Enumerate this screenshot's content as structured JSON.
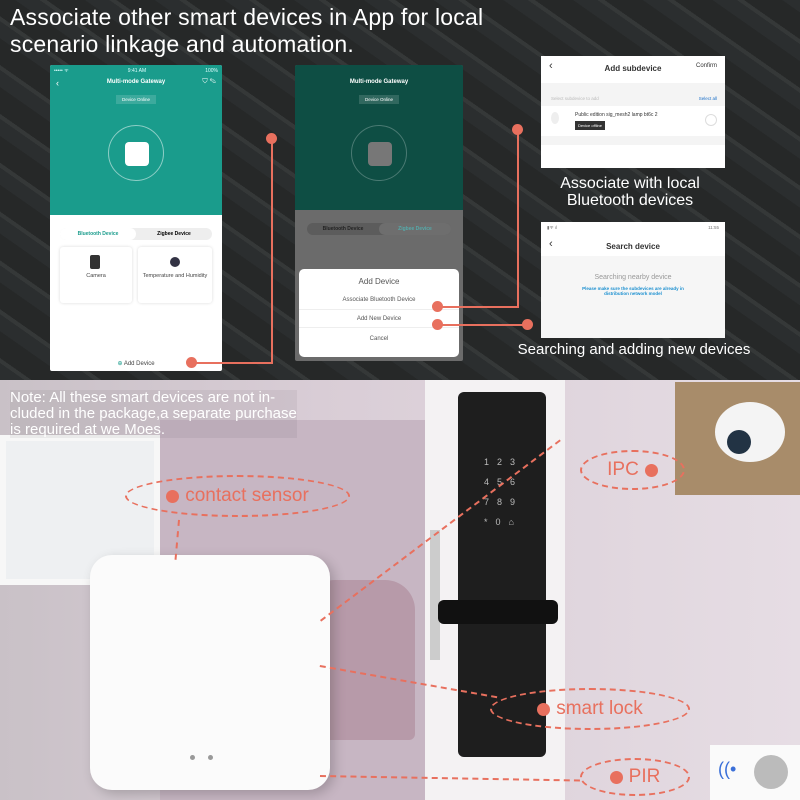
{
  "headline": [
    "Associate other smart devices in App for local",
    "scenario linkage and automation."
  ],
  "phone1": {
    "status_left": "••••• ᯤ",
    "status_time": "9:41 AM",
    "status_right": "100%",
    "title": "Multi-mode Gateway",
    "badge": "Device Online",
    "tabs": [
      "Bluetooth Device",
      "Zigbee Device"
    ],
    "cards": [
      "Camera",
      "Temperature and Humidity"
    ],
    "add_device": "Add Device"
  },
  "phone2": {
    "title": "Multi-mode Gateway",
    "badge": "Device Online",
    "tabs": [
      "Bluetooth Device",
      "Zigbee Device"
    ],
    "sheet_title": "Add Device",
    "options": [
      "Associate Bluetooth Device",
      "Add New Device",
      "Cancel"
    ]
  },
  "subdevice": {
    "title": "Add subdevice",
    "confirm": "Confirm",
    "hint": "Select subdevice to add",
    "select_all": "Select all",
    "item": "Public edition sig_mesh2 lamp bt6c 2",
    "item_status": "Device offline"
  },
  "caption1": [
    "Associate with local",
    "Bluetooth devices"
  ],
  "search": {
    "status_right": "11:55",
    "title": "Search device",
    "searching": "Searching nearby device",
    "note": "Please make sure the subdevices are already in distribution network model"
  },
  "caption2": "Searching and adding new devices",
  "note": [
    "Note: All these smart devices are not in-",
    "cluded in the package,a separate purchase",
    "is required at we Moes."
  ],
  "labels": {
    "contact": "contact sensor",
    "ipc": "IPC",
    "lock": "smart lock",
    "pir": "PIR"
  },
  "colors": {
    "accent": "#e8705e",
    "teal": "#1a9c8c"
  }
}
